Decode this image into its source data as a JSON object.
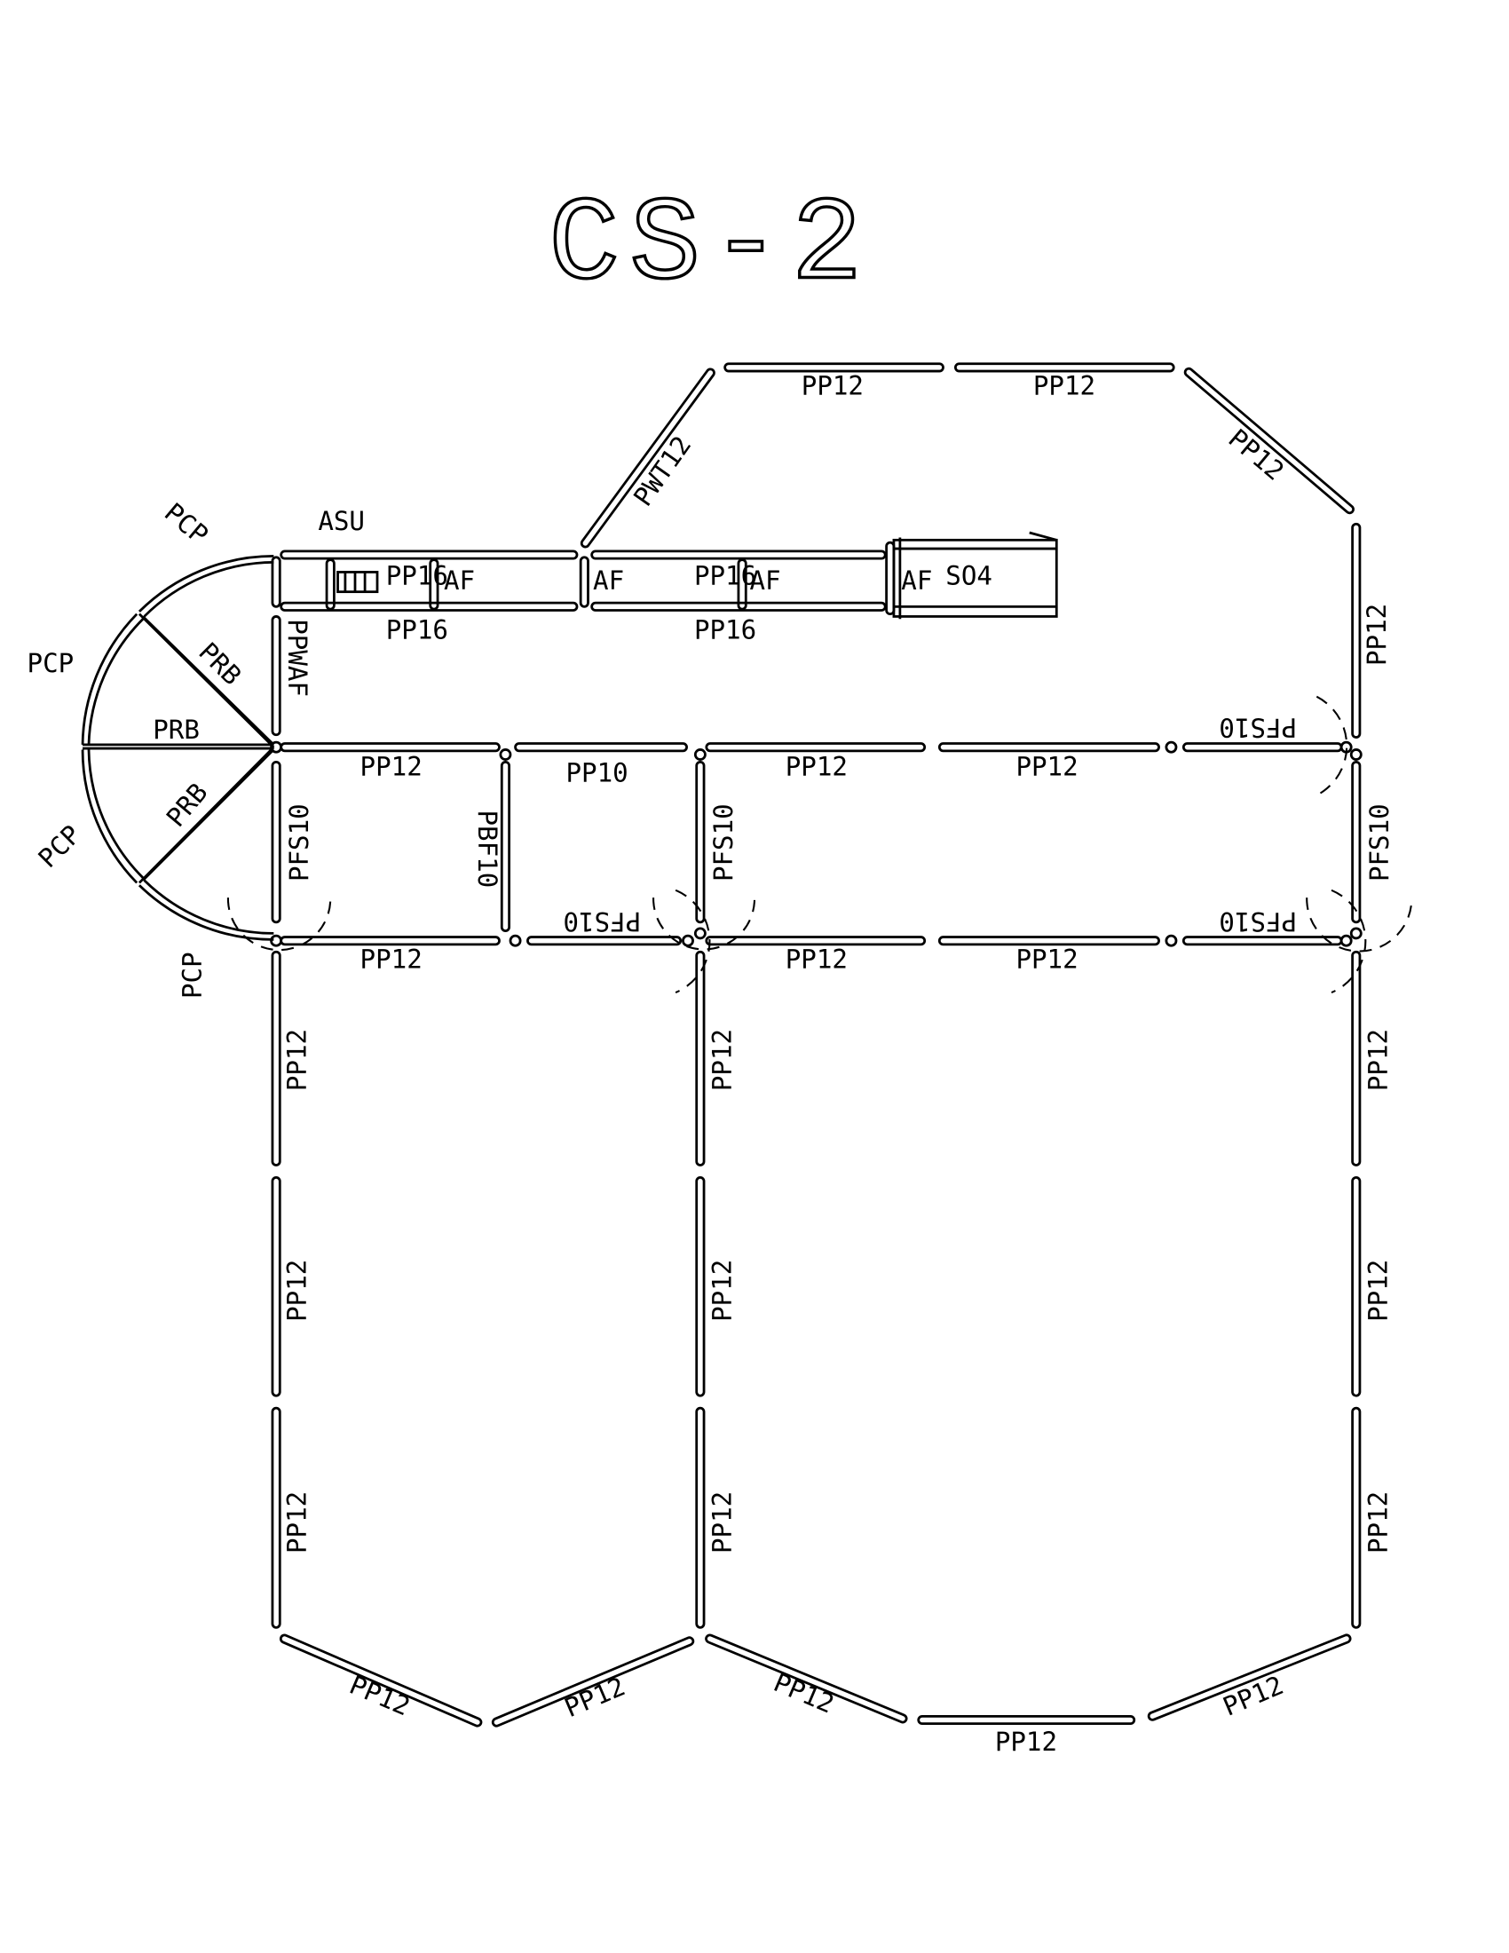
{
  "title": "CS-2",
  "labels": {
    "asu": "ASU",
    "pp16_top_left": "PP16",
    "pp16_bot_left": "PP16",
    "pp16_top_right": "PP16",
    "pp16_bot_right": "PP16",
    "af1": "AF",
    "af2": "AF",
    "af3": "AF",
    "af4": "AF",
    "so4": "SO4",
    "pwt12": "PWT12",
    "pp12_top1": "PP12",
    "pp12_top2": "PP12",
    "pp12_diag_right": "PP12",
    "pp12_right_upper": "PP12",
    "ppwaf": "PPWAF",
    "pcp_top": "PCP",
    "pcp_left": "PCP",
    "pcp_lower": "PCP",
    "pcp_bottom": "PCP",
    "prb_upper": "PRB",
    "prb_mid": "PRB",
    "prb_lower": "PRB",
    "row1_pp12_a": "PP12",
    "row1_pp10": "PP10",
    "row1_pp12_b": "PP12",
    "row1_pp12_c": "PP12",
    "row1_pfs10": "PFS10",
    "row2_pp12_a": "PP12",
    "row2_pfs10_a": "PFS10",
    "row2_pp12_b": "PP12",
    "row2_pp12_c": "PP12",
    "row2_pfs10_b": "PFS10",
    "vert_pfs10_left": "PFS10",
    "vert_pbf10": "PBF10",
    "vert_pfs10_mid": "PFS10",
    "vert_pfs10_right": "PFS10",
    "left_pp12_1": "PP12",
    "left_pp12_2": "PP12",
    "left_pp12_3": "PP12",
    "mid_pp12_1": "PP12",
    "mid_pp12_2": "PP12",
    "mid_pp12_3": "PP12",
    "right_pp12_1": "PP12",
    "right_pp12_2": "PP12",
    "right_pp12_3": "PP12",
    "bottom_pp12_1": "PP12",
    "bottom_pp12_2": "PP12",
    "bottom_pp12_3": "PP12",
    "bottom_pp12_4": "PP12",
    "bottom_pp12_5": "PP12"
  }
}
